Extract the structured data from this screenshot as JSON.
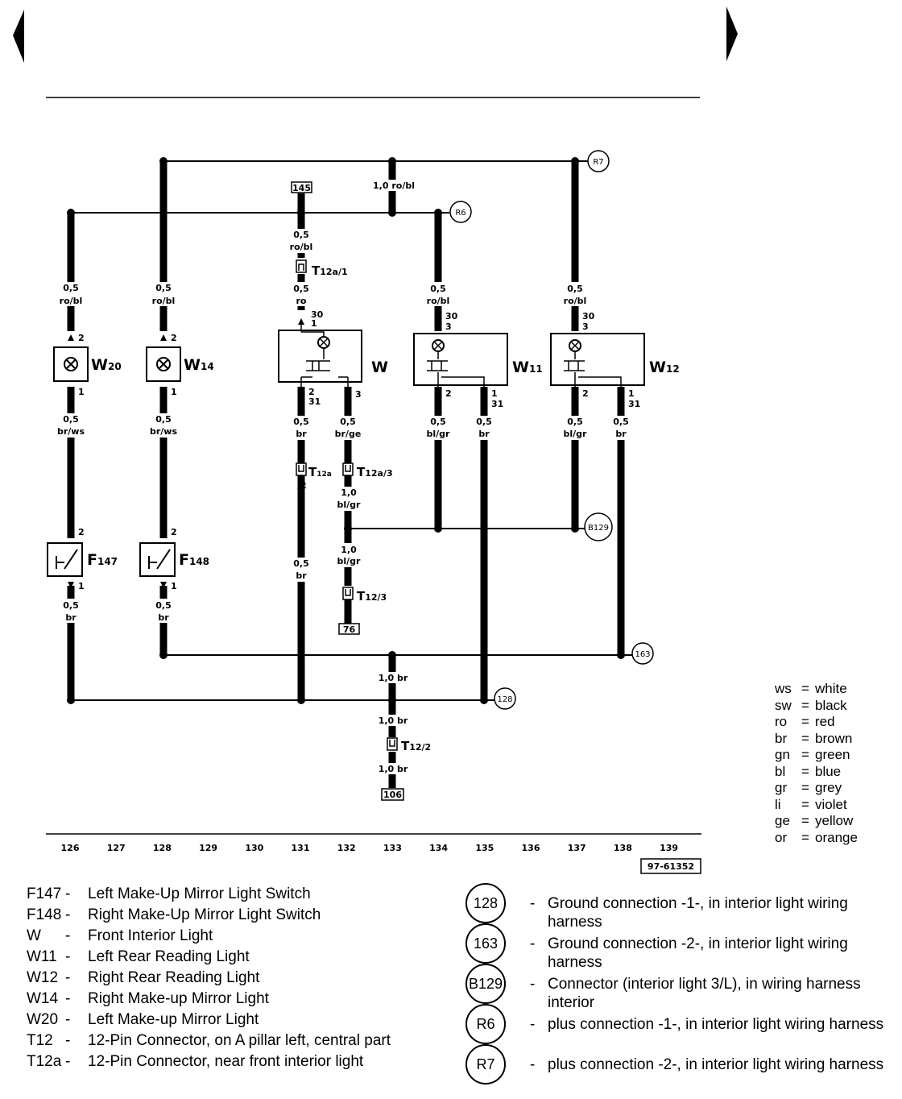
{
  "page_reference": "97-61352",
  "track_numbers": [
    "126",
    "127",
    "128",
    "129",
    "130",
    "131",
    "132",
    "133",
    "134",
    "135",
    "136",
    "137",
    "138",
    "139"
  ],
  "terminals": {
    "t145": "145",
    "t76": "76",
    "t106": "106"
  },
  "components": {
    "W20": {
      "main": "W",
      "sub": "20"
    },
    "W14": {
      "main": "W",
      "sub": "14"
    },
    "W": {
      "main": "W",
      "sub": ""
    },
    "W11": {
      "main": "W",
      "sub": "11"
    },
    "W12": {
      "main": "W",
      "sub": "12"
    },
    "F147": {
      "main": "F",
      "sub": "147"
    },
    "F148": {
      "main": "F",
      "sub": "148"
    }
  },
  "connectors": {
    "c1": {
      "main": "T",
      "sub": "12a/1"
    },
    "c2": {
      "main": "T",
      "sub": "12a",
      "sub2": "/2"
    },
    "c3": {
      "main": "T",
      "sub": "12a/3"
    },
    "c4": {
      "main": "T",
      "sub": "12/3"
    },
    "c5": {
      "main": "T",
      "sub": "12/2"
    }
  },
  "pins": {
    "p1": "1",
    "p2": "2",
    "p3": "3",
    "p30": "30",
    "p31": "31"
  },
  "wire_labels": {
    "top_robl": "1,0 ro/bl",
    "s05": "0,5",
    "s10": "1,0",
    "robl": "ro/bl",
    "ro": "ro",
    "brws": "br/ws",
    "br": "br",
    "brge": "br/ge",
    "blgr": "bl/gr",
    "g1": "1,0 br"
  },
  "circles": {
    "R7": "R7",
    "R6": "R6",
    "B129": "B129",
    "163": "163",
    "128": "128"
  },
  "legend": [
    {
      "code": "F147",
      "dash": "-",
      "desc": "Left Make-Up Mirror Light Switch"
    },
    {
      "code": "F148",
      "dash": "-",
      "desc": "Right Make-Up Mirror Light Switch"
    },
    {
      "code": "W",
      "dash": "-",
      "desc": "Front Interior Light"
    },
    {
      "code": "W11",
      "dash": "-",
      "desc": "Left Rear Reading Light"
    },
    {
      "code": "W12",
      "dash": "-",
      "desc": "Right Rear Reading Light"
    },
    {
      "code": "W14",
      "dash": "-",
      "desc": "Right Make-up Mirror Light"
    },
    {
      "code": "W20",
      "dash": "-",
      "desc": "Left Make-up Mirror Light"
    },
    {
      "code": "T12",
      "dash": "-",
      "desc": "12-Pin Connector, on A pillar left, central part"
    },
    {
      "code": "T12a",
      "dash": "-",
      "desc": "12-Pin Connector, near front interior light"
    }
  ],
  "colour_codes": [
    {
      "abbr": "ws",
      "eq": "=",
      "name": "white"
    },
    {
      "abbr": "sw",
      "eq": "=",
      "name": "black"
    },
    {
      "abbr": "ro",
      "eq": "=",
      "name": "red"
    },
    {
      "abbr": "br",
      "eq": "=",
      "name": "brown"
    },
    {
      "abbr": "gn",
      "eq": "=",
      "name": "green"
    },
    {
      "abbr": "bl",
      "eq": "=",
      "name": "blue"
    },
    {
      "abbr": "gr",
      "eq": "=",
      "name": "grey"
    },
    {
      "abbr": "li",
      "eq": "=",
      "name": "violet"
    },
    {
      "abbr": "ge",
      "eq": "=",
      "name": "yellow"
    },
    {
      "abbr": "or",
      "eq": "=",
      "name": "orange"
    }
  ],
  "connections_legend": [
    {
      "id": "128",
      "dash": "-",
      "desc": "Ground connection -1-, in interior light wiring harness"
    },
    {
      "id": "163",
      "dash": "-",
      "desc": "Ground connection -2-, in interior light wiring harness"
    },
    {
      "id": "B129",
      "dash": "-",
      "desc": "Connector (interior light 3/L), in wiring harness interior"
    },
    {
      "id": "R6",
      "dash": "-",
      "desc": "plus connection -1-, in interior light wiring harness"
    },
    {
      "id": "R7",
      "dash": "-",
      "desc": "plus connection -2-, in interior light wiring harness"
    }
  ]
}
